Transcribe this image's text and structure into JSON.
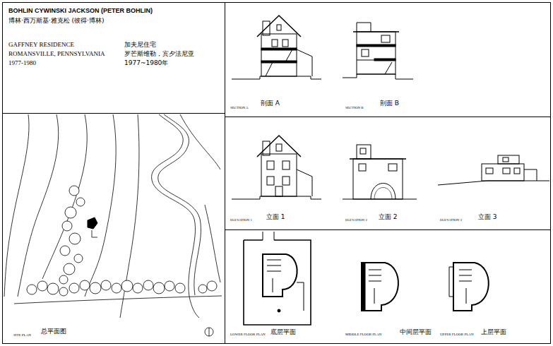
{
  "diagram": {
    "nodes": [
      {
        "text": [
          "BOHLIN CYWINSKI JACKSON (PETER BOHLIN)",
          "博林·西万斯基·雅克松 (彼得·博林)",
          "GAFFNEY RESIDENCE",
          "加夫尼住宅",
          "ROMANSVILLE, PENNSYLVANIA",
          "罗芒斯维勒，宾夕法尼亚",
          "1977-1980",
          "1977~1980年"
        ]
      },
      {
        "text": [
          "SECTION A",
          "剖面 A",
          "SECTION B",
          "剖面 B"
        ]
      },
      {
        "text": [
          "SITE PLAN",
          "总平面图"
        ]
      },
      {
        "text": [
          "ELEVATION 1",
          "立面 1",
          "ELEVATION 2",
          "立面 2",
          "ELEVATION 3",
          "立面 3"
        ]
      },
      {
        "text": [
          "LOWER FLOOR PLAN",
          "底层平面",
          "MIDDLE FLOOR PLAN",
          "中间层平面",
          "UPPER FLOOR PLAN",
          "上层平面"
        ]
      }
    ]
  }
}
